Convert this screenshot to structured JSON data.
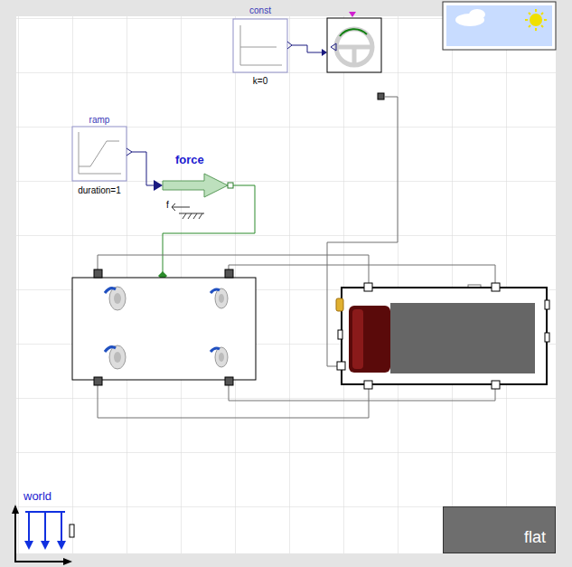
{
  "diagram": {
    "nodes": [
      {
        "text": [
          "const",
          "k=0"
        ]
      },
      {
        "text": [
          "ramp",
          "duration=1"
        ]
      },
      {
        "text": [
          "force",
          "f"
        ]
      },
      {
        "text": [
          "world"
        ]
      },
      {
        "text": [
          "flat"
        ]
      }
    ],
    "edges": [
      {
        "from": 1,
        "to": 2,
        "arrow": "to"
      }
    ]
  }
}
